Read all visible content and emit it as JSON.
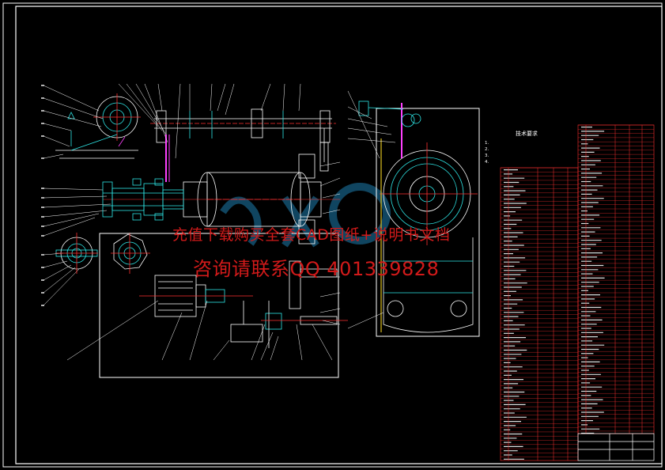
{
  "watermark": {
    "line1": "充值下载购买全套CAD图纸+说明书文档",
    "line2": "咨询请联系QQ 401339828"
  },
  "technical_requirements": {
    "title": "技术要求",
    "items": [
      "1.",
      "2.",
      "3.",
      "4."
    ]
  },
  "colors": {
    "background": "#000000",
    "frame": "#ffffff",
    "cyan": "#2ee6e6",
    "red": "#ff3030",
    "magenta": "#ff40ff",
    "watermark": "#d21a1a",
    "watermark_logo": "#1e7fb0"
  }
}
